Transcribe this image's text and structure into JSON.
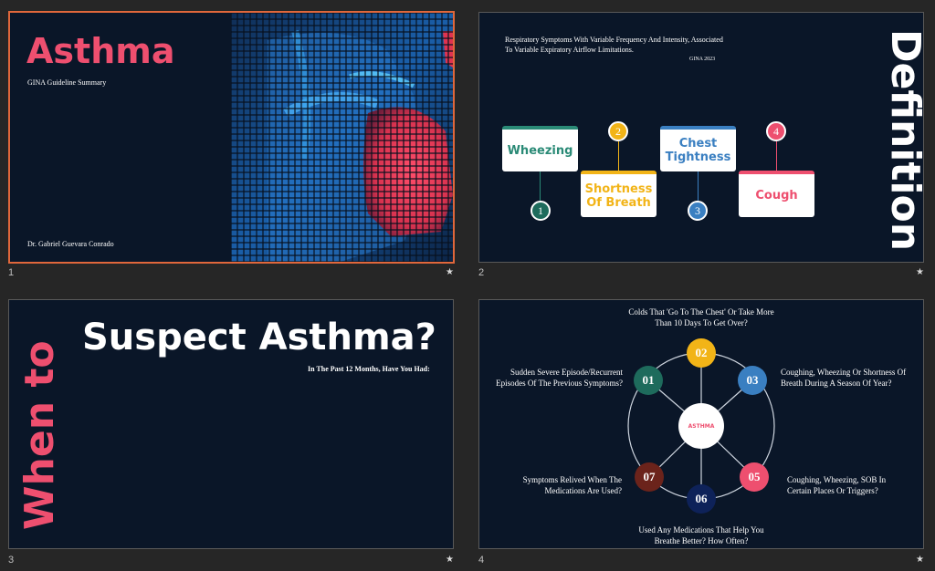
{
  "slides": [
    {
      "number": "1",
      "title": "Asthma",
      "subtitle": "GINA Guideline Summary",
      "author": "Dr. Gabriel Guevara Conrado"
    },
    {
      "number": "2",
      "definition": "Respiratory Symptoms With Variable Frequency And Intensity, Associated To Variable Expiratory Airflow Limitations.",
      "source": "GINA 2023",
      "side_title": "Definition",
      "symptoms": [
        {
          "label": "Wheezing",
          "num": "1",
          "color": "#2a8a76"
        },
        {
          "label": "Shortness Of Breath",
          "num": "2",
          "color": "#f2b417"
        },
        {
          "label": "Chest Tightness",
          "num": "3",
          "color": "#3a7fc1"
        },
        {
          "label": "Cough",
          "num": "4",
          "color": "#ee4f6f"
        }
      ]
    },
    {
      "number": "3",
      "side_title": "When to",
      "title": "Suspect Asthma?",
      "subtitle": "In The Past 12 Months, Have You Had:"
    },
    {
      "number": "4",
      "center": "ASTHMA",
      "items": [
        {
          "num": "01",
          "text": "Sudden Severe Episode/Recurrent Episodes Of The Previous Symptoms?",
          "color": "#1e6b5c"
        },
        {
          "num": "02",
          "text": "Colds That 'Go To The Chest' Or Take More Than 10 Days To Get Over?",
          "color": "#f2b417"
        },
        {
          "num": "03",
          "text": "Coughing, Wheezing Or Shortness Of Breath During A Season Of Year?",
          "color": "#3a7fc1"
        },
        {
          "num": "05",
          "text": "Coughing, Wheezing, SOB In Certain Places Or Triggers?",
          "color": "#ee4f6f"
        },
        {
          "num": "06",
          "text": "Used Any Medications That Help You Breathe Better? How Often?",
          "color": "#0e2259"
        },
        {
          "num": "07",
          "text": "Symptoms Relived When The Medications Are Used?",
          "color": "#6b231b"
        }
      ]
    }
  ],
  "star": "★",
  "colors": {
    "accent": "#ee4f6f",
    "slide_bg": "#0a1628",
    "workspace": "#262626",
    "selection": "#e0673b"
  }
}
